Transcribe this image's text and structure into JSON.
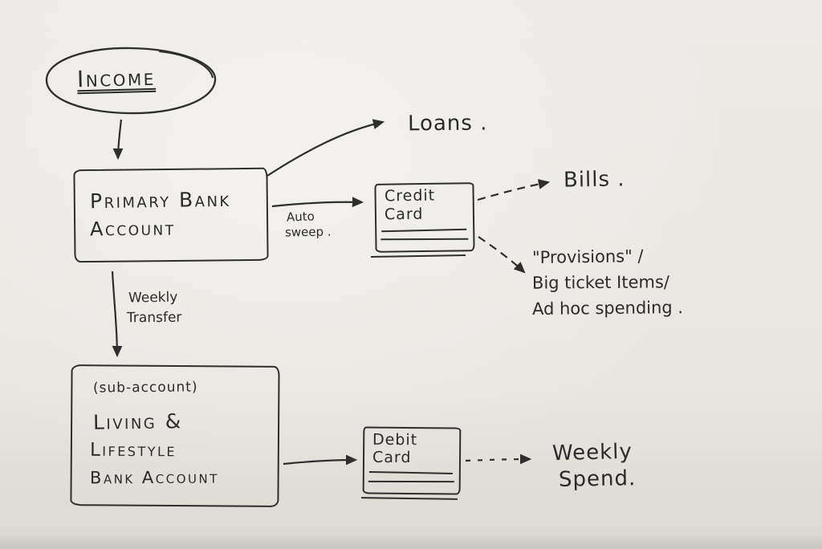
{
  "colors": {
    "ink": "#2b2b2b",
    "paper": "#e9e5e0"
  },
  "nodes": {
    "income": {
      "label": "Income"
    },
    "primary_account": {
      "line1": "Primary Bank",
      "line2": "Account"
    },
    "credit_card": {
      "line1": "Credit",
      "line2": "Card"
    },
    "debit_card": {
      "line1": "Debit",
      "line2": "Card"
    },
    "sub_account": {
      "note": "(sub-account)",
      "line1": "Living &",
      "line2": "Lifestyle",
      "line3": "Bank Account"
    },
    "loans": {
      "label": "Loans ."
    },
    "bills": {
      "label": "Bills ."
    },
    "provisions": {
      "line1": "\"Provisions\" /",
      "line2": "Big ticket Items/",
      "line3": "Ad hoc spending ."
    },
    "weekly_spend": {
      "line1": "Weekly",
      "line2": "Spend."
    }
  },
  "edge_labels": {
    "auto_sweep": {
      "line1": "Auto",
      "line2": "sweep ."
    },
    "weekly_transfer": {
      "line1": "Weekly",
      "line2": "Transfer"
    }
  }
}
